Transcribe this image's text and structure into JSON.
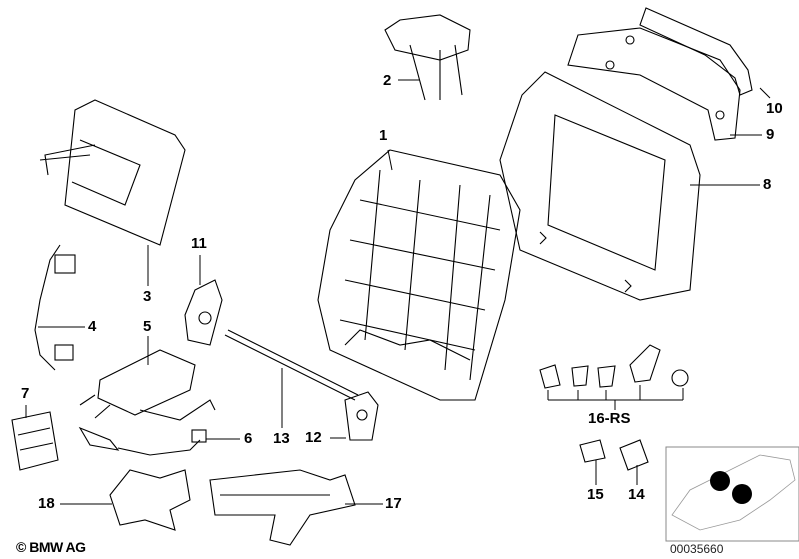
{
  "diagram": {
    "labels": [
      "1",
      "2",
      "3",
      "4",
      "5",
      "6",
      "7",
      "8",
      "9",
      "10",
      "11",
      "12",
      "13",
      "14",
      "15",
      "16-RS",
      "17",
      "18"
    ],
    "copyright": "© BMW AG",
    "document_number": "00035660",
    "inset_markers": 2
  }
}
